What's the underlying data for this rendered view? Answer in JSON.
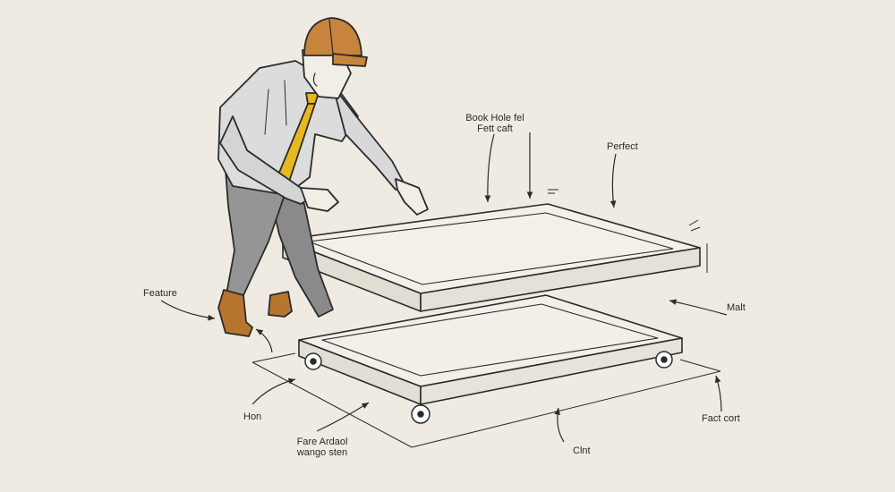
{
  "labels": {
    "top_line1": "Book Hole fel",
    "top_line2": "Fett caft",
    "perfect": "Perfect",
    "feature": "Feature",
    "malt": "Malt",
    "hon": "Hon",
    "bottom_line1": "Fare Ardaol",
    "bottom_line2": "wango sten",
    "fact_cort": "Fact cort",
    "clnt": "Clnt"
  },
  "colors": {
    "background": "#efebe3",
    "ink": "#2b2b2b",
    "helmet": "#c8843c",
    "tie": "#e8b820",
    "shirt": "#dcdcdc",
    "pants": "#8a8a8a",
    "boots": "#b8752e",
    "panel": "#f3efe8"
  }
}
